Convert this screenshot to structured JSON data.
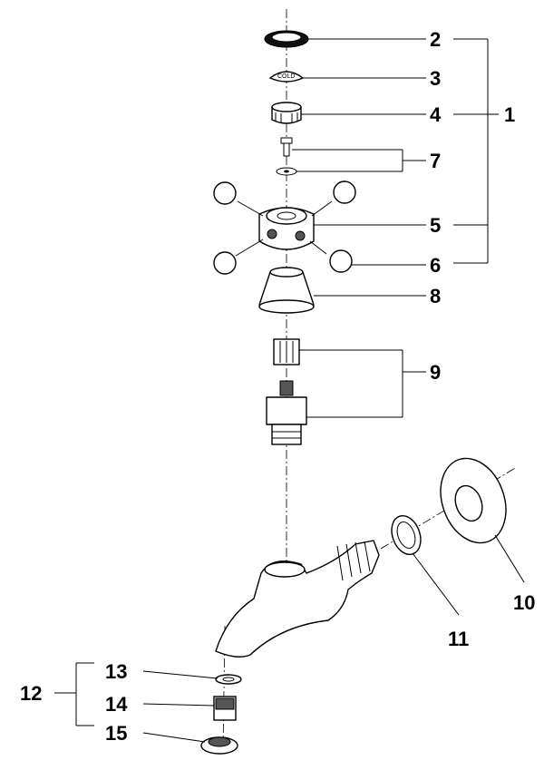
{
  "callouts": {
    "c1": "1",
    "c2": "2",
    "c3": "3",
    "c4": "4",
    "c5": "5",
    "c6": "6",
    "c7": "7",
    "c8": "8",
    "c9": "9",
    "c10": "10",
    "c11": "11",
    "c12": "12",
    "c13": "13",
    "c14": "14",
    "c15": "15"
  },
  "indicator_text": "COLD"
}
